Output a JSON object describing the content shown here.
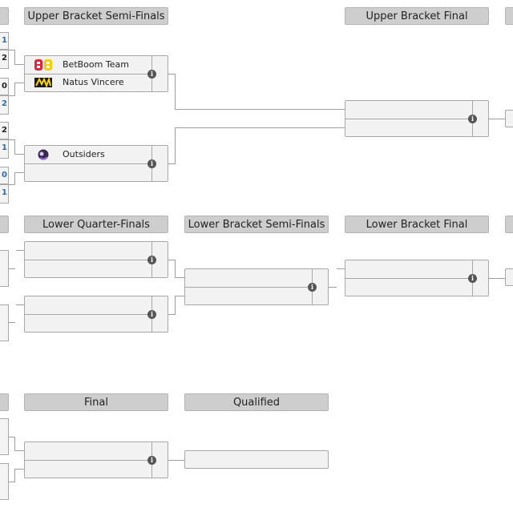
{
  "headers": {
    "upper_semi": "Upper Bracket Semi-Finals",
    "upper_final": "Upper Bracket Final",
    "lower_qf": "Lower Quarter-Finals",
    "lower_semi": "Lower Bracket Semi-Finals",
    "lower_final": "Lower Bracket Final",
    "final": "Final",
    "qualified": "Qualified"
  },
  "matches": {
    "usf1": {
      "team1": "BetBoom Team",
      "team2": "Natus Vincere"
    },
    "usf2": {
      "team1": "",
      "team2": "Outsiders"
    }
  },
  "left_edge_scores": [
    "1",
    "2",
    "0",
    "2",
    "2",
    "1",
    "0",
    "1"
  ],
  "info_glyph": "i",
  "icons": {
    "betboom": "betboom-logo",
    "navi": "natus-vincere-logo",
    "outsiders": "outsiders-logo",
    "info": "info-icon"
  }
}
